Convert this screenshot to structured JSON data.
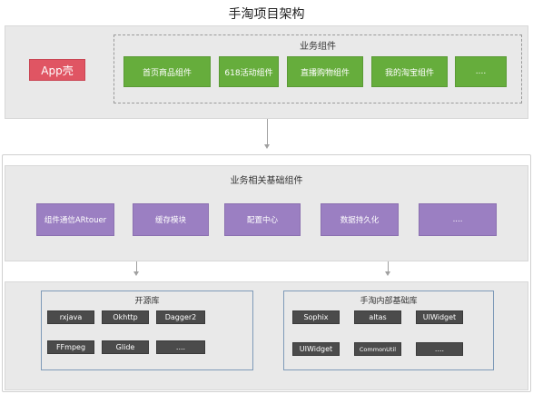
{
  "title": "手淘项目架构",
  "top_section": {
    "app_shell_label": "App壳",
    "business_group_title": "业务组件",
    "business_components": [
      "首页商品组件",
      "618活动组件",
      "直播购物组件",
      "我的淘宝组件",
      "...."
    ]
  },
  "middle_section": {
    "title": "业务相关基础组件",
    "components": [
      "组件通信ARtouer",
      "缓存模块",
      "配置中心",
      "数据持久化",
      "...."
    ]
  },
  "bottom_section": {
    "open_source": {
      "title": "开源库",
      "libs": [
        "rxjava",
        "Okhttp",
        "Dagger2",
        "FFmpeg",
        "Glide",
        "...."
      ]
    },
    "internal": {
      "title": "手淘内部基础库",
      "libs": [
        "Sophix",
        "altas",
        "UIWidget",
        "UIWidget",
        "CommonUtil",
        "...."
      ]
    }
  },
  "colors": {
    "app_shell": "#e05563",
    "business_component": "#66ad3c",
    "base_component": "#9b7fc2",
    "library": "#4b4b4b",
    "panel": "#e9e9e9"
  }
}
